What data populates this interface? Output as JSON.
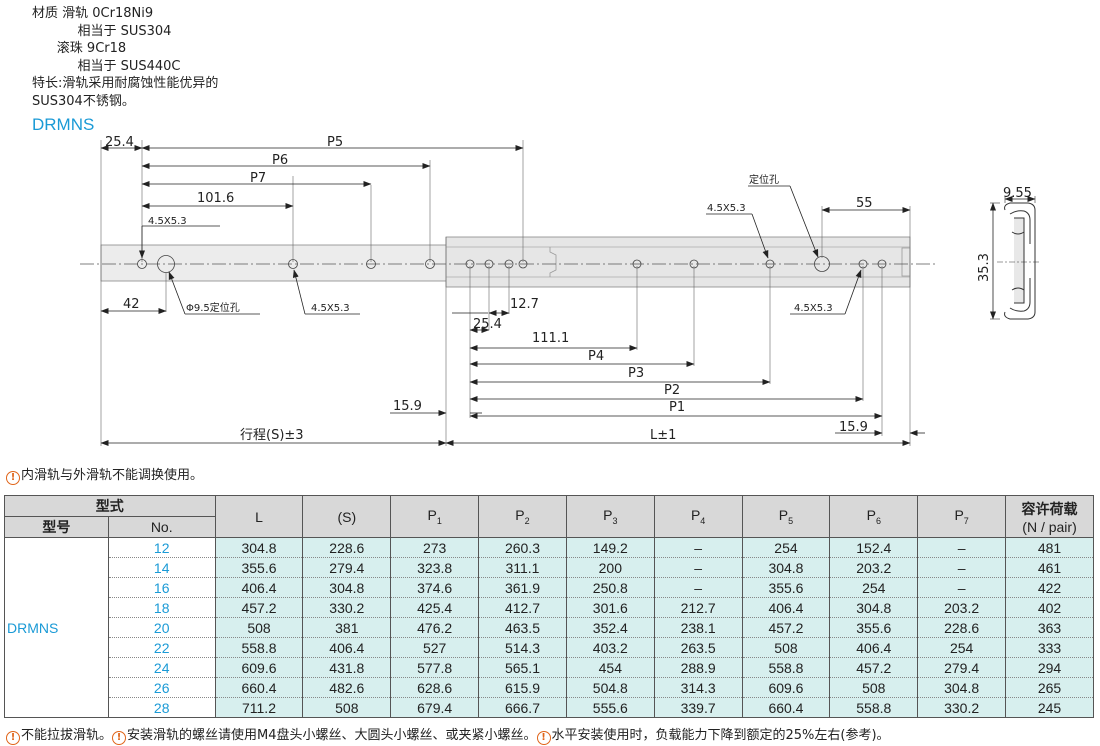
{
  "material": {
    "line1": "材质 滑轨 0Cr18Ni9",
    "line2": "           相当于 SUS304",
    "line3": "      滚珠 9Cr18",
    "line4": "           相当于 SUS440C",
    "line5": "特长:滑轨采用耐腐蚀性能优异的",
    "line6": "SUS304不锈钢。"
  },
  "model_title": "DRMNS",
  "drawing": {
    "d_25_4_top": "25.4",
    "p5": "P5",
    "p6": "P6",
    "p7": "P7",
    "d_101_6": "101.6",
    "hole_4_5_a": "4.5X5.3",
    "hole_4_5_b": "4.5X5.3",
    "hole_4_5_c": "4.5X5.3",
    "hole_4_5_d": "4.5X5.3",
    "locating_hole": "定位孔",
    "locating_hole_d": "Φ9.5定位孔",
    "d_55": "55",
    "d_42": "42",
    "d_12_7": "12.7",
    "d_25_4_bot": "25.4",
    "d_111_1": "111.1",
    "p4": "P4",
    "p3": "P3",
    "p2": "P2",
    "p1": "P1",
    "d_15_9_left": "15.9",
    "d_15_9_right": "15.9",
    "stroke": "行程(S)±3",
    "length": "L±1",
    "d_9_55": "9.55",
    "d_35_3": "35.3"
  },
  "note_top": "内滑轨与外滑轨不能调换使用。",
  "table": {
    "h_type": "型式",
    "h_model": "型号",
    "h_no": "No.",
    "h_L": "L",
    "h_S": "(S)",
    "h_P1": "P",
    "h_P2": "P",
    "h_P3": "P",
    "h_P4": "P",
    "h_P5": "P",
    "h_P6": "P",
    "h_P7": "P",
    "h_load1": "容许荷载",
    "h_load2": "(N / pair)",
    "model": "DRMNS",
    "rows": [
      [
        "12",
        "304.8",
        "228.6",
        "273",
        "260.3",
        "149.2",
        "–",
        "254",
        "152.4",
        "–",
        "481"
      ],
      [
        "14",
        "355.6",
        "279.4",
        "323.8",
        "311.1",
        "200",
        "–",
        "304.8",
        "203.2",
        "–",
        "461"
      ],
      [
        "16",
        "406.4",
        "304.8",
        "374.6",
        "361.9",
        "250.8",
        "–",
        "355.6",
        "254",
        "–",
        "422"
      ],
      [
        "18",
        "457.2",
        "330.2",
        "425.4",
        "412.7",
        "301.6",
        "212.7",
        "406.4",
        "304.8",
        "203.2",
        "402"
      ],
      [
        "20",
        "508",
        "381",
        "476.2",
        "463.5",
        "352.4",
        "238.1",
        "457.2",
        "355.6",
        "228.6",
        "363"
      ],
      [
        "22",
        "558.8",
        "406.4",
        "527",
        "514.3",
        "403.2",
        "263.5",
        "508",
        "406.4",
        "254",
        "333"
      ],
      [
        "24",
        "609.6",
        "431.8",
        "577.8",
        "565.1",
        "454",
        "288.9",
        "558.8",
        "457.2",
        "279.4",
        "294"
      ],
      [
        "26",
        "660.4",
        "482.6",
        "628.6",
        "615.9",
        "504.8",
        "314.3",
        "609.6",
        "508",
        "304.8",
        "265"
      ],
      [
        "28",
        "711.2",
        "508",
        "679.4",
        "666.7",
        "555.6",
        "339.7",
        "660.4",
        "558.8",
        "330.2",
        "245"
      ]
    ]
  },
  "note_bottom": {
    "n1": "不能拉拔滑轨。",
    "n2": "安装滑轨的螺丝请使用M4盘头小螺丝、大圆头小螺丝、或夹紧小螺丝。",
    "n3": "水平安装使用时，负载能力下降到额定的25%左右(参考)。"
  }
}
